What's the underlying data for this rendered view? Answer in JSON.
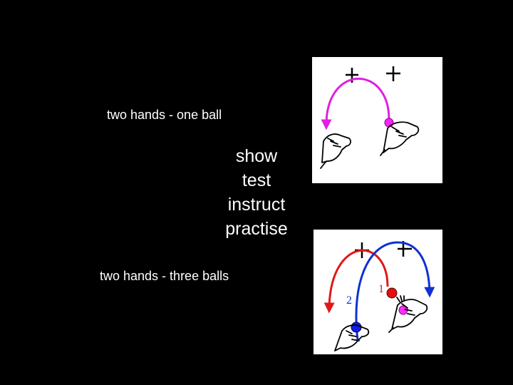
{
  "slide": {
    "background": "#000000",
    "text_color": "#ffffff",
    "caption_top": "two hands  -  one ball",
    "caption_bottom": "two hands  -  three balls",
    "steps": [
      "show",
      "test",
      "instruct",
      "practise"
    ]
  },
  "illustrations": {
    "one_ball": {
      "arc_color": "#e020e0",
      "ball_color": "#ff20ff",
      "marker_icon": "plus-mark-icon",
      "hand_icon": "hand-icon"
    },
    "three_balls": {
      "red_arc_color": "#e01818",
      "blue_arc_color": "#1030d0",
      "ball_colors": [
        "#e01010",
        "#ff30ff",
        "#1020e0"
      ],
      "number_labels": [
        "1",
        "2"
      ],
      "marker_icon": "plus-mark-icon",
      "hand_icon": "hand-icon"
    }
  }
}
